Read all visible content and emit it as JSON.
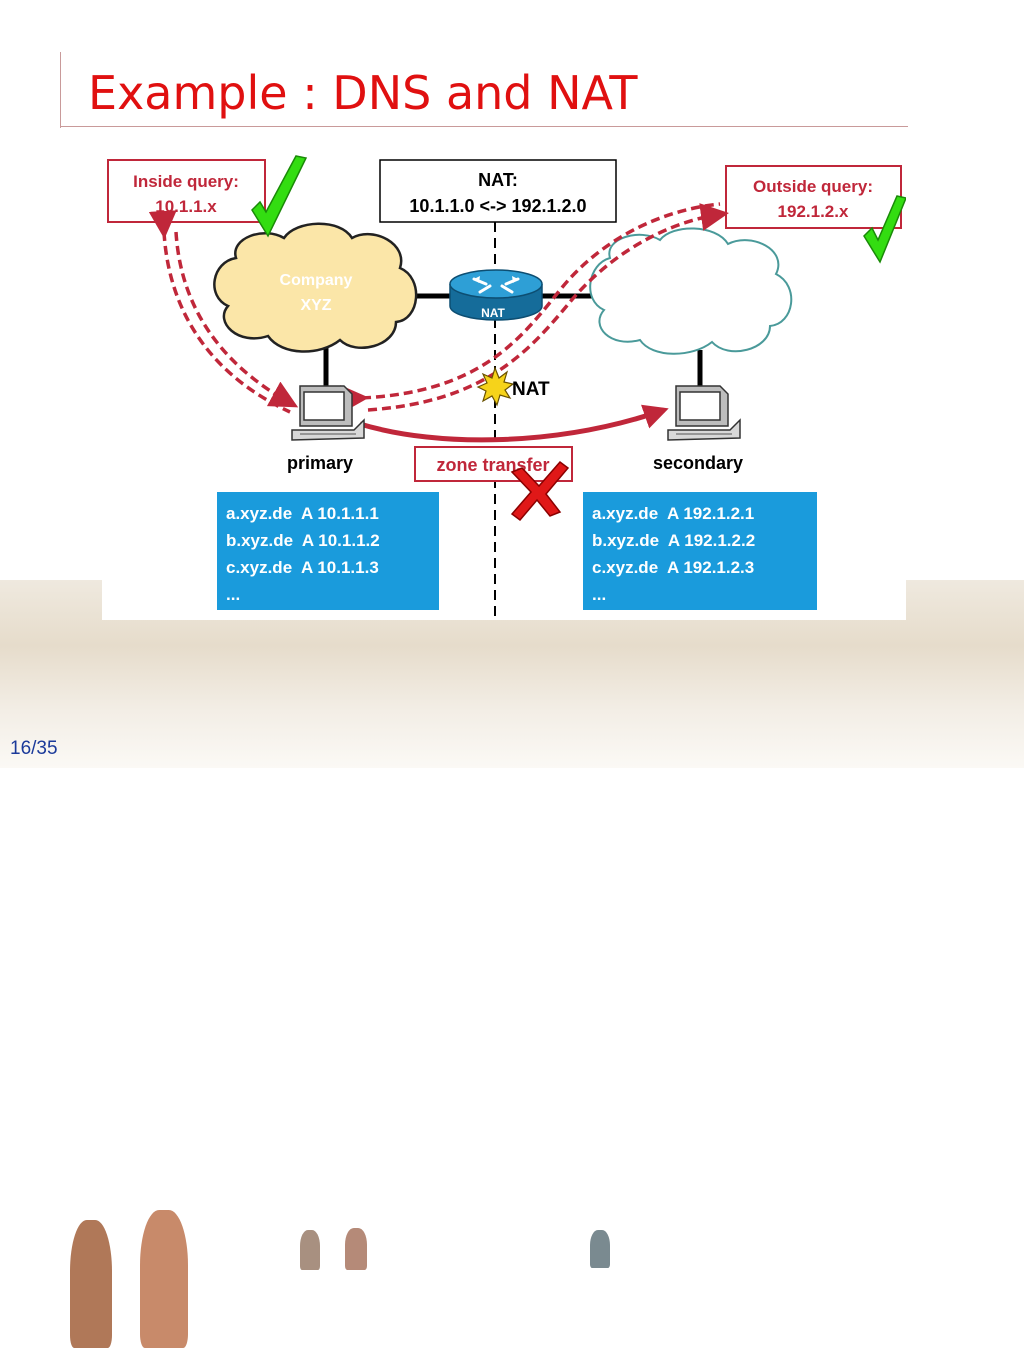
{
  "slide": {
    "title": "Example : DNS and NAT",
    "page_number": "16/35"
  },
  "diagram": {
    "inside_query": {
      "line1": "Inside query:",
      "line2": "10.1.1.x"
    },
    "outside_query": {
      "line1": "Outside query:",
      "line2": "192.1.2.x"
    },
    "nat_box": {
      "line1": "NAT:",
      "line2": "10.1.1.0 <-> 192.1.2.0"
    },
    "company_cloud": {
      "line1": "Company",
      "line2": "XYZ"
    },
    "router_label": "NAT",
    "nat_marker_label": "NAT",
    "primary_label": "primary",
    "secondary_label": "secondary",
    "zone_transfer_label": "zone transfer",
    "primary_records": [
      "a.xyz.de  A 10.1.1.1",
      "b.xyz.de  A 10.1.1.2",
      "c.xyz.de  A 10.1.1.3",
      "..."
    ],
    "secondary_records": [
      "a.xyz.de  A 192.1.2.1",
      "b.xyz.de  A 192.1.2.2",
      "c.xyz.de  A 192.1.2.3",
      "..."
    ],
    "colors": {
      "title": "#e01010",
      "arrow": "#c0273a",
      "record_box": "#1a9bdc",
      "check": "#33dd11",
      "cross": "#e01818",
      "company_cloud": "#fbe6a8",
      "router": "#1d84b5"
    }
  }
}
